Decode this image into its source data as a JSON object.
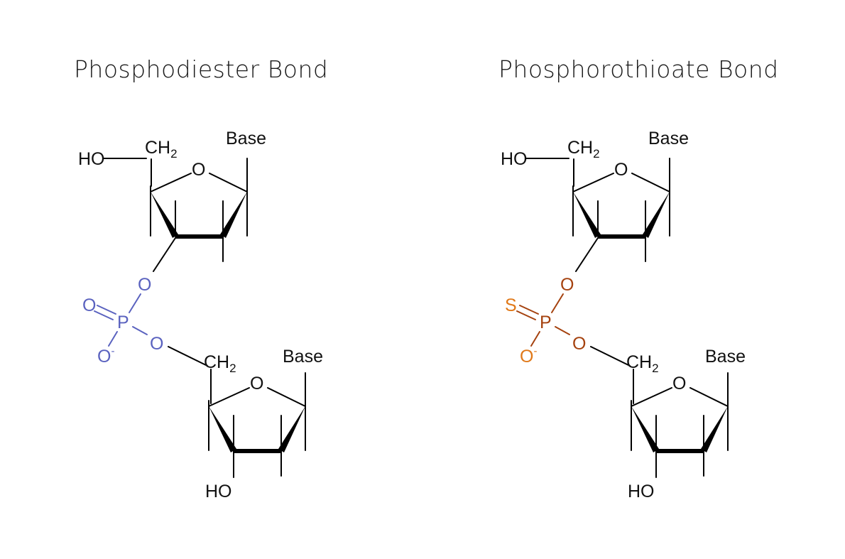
{
  "panels": [
    {
      "title": "Phosphodiester Bond",
      "linkage_color": "#5a62bf",
      "labels": {
        "ho_top": "HO",
        "ch2_top": "CH",
        "ch2_top_sub": "2",
        "ring_o_top": "O",
        "base_top": "Base",
        "bridge_o_upper": "O",
        "double_atom": "O",
        "p": "P",
        "bridge_o_lower": "O",
        "anion_o": "O",
        "anion_charge": "-",
        "ch2_bottom": "CH",
        "ch2_bottom_sub": "2",
        "ring_o_bottom": "O",
        "base_bottom": "Base",
        "ho_bottom": "HO"
      }
    },
    {
      "title": "Phosphorothioate Bond",
      "linkage_color": "#a5420f",
      "accent_color": "#e07818",
      "labels": {
        "ho_top": "HO",
        "ch2_top": "CH",
        "ch2_top_sub": "2",
        "ring_o_top": "O",
        "base_top": "Base",
        "bridge_o_upper": "O",
        "double_atom": "S",
        "p": "P",
        "bridge_o_lower": "O",
        "anion_o": "O",
        "anion_charge": "-",
        "ch2_bottom": "CH",
        "ch2_bottom_sub": "2",
        "ring_o_bottom": "O",
        "base_bottom": "Base",
        "ho_bottom": "HO"
      }
    }
  ]
}
